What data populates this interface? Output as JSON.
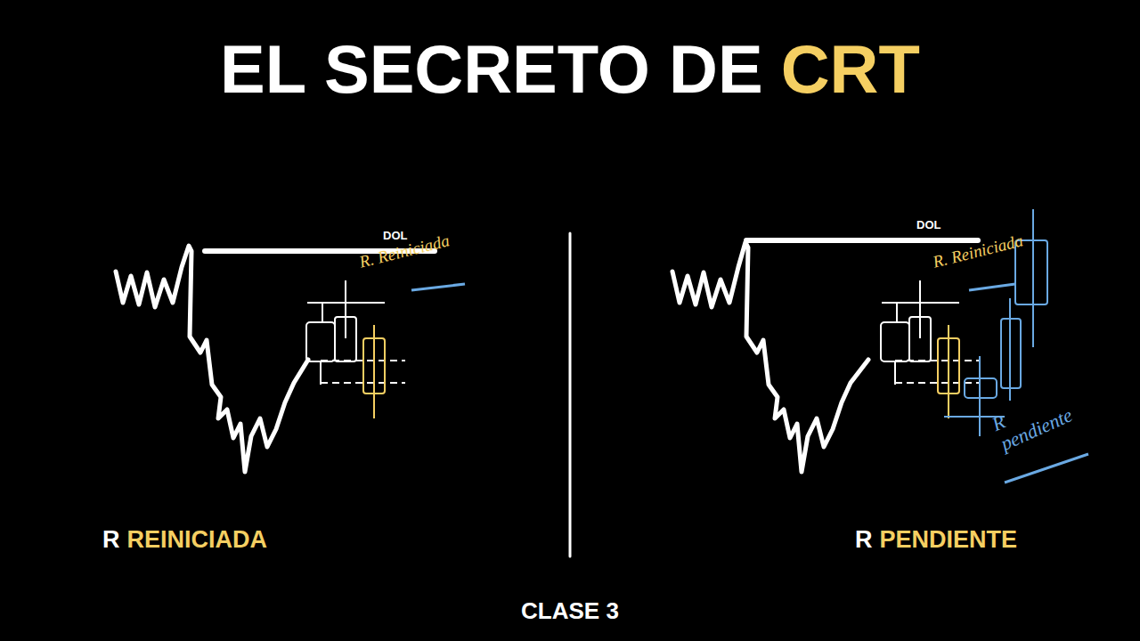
{
  "diagram": {
    "title": "EL SECRETO DE",
    "labels": [
      "CRT",
      "DOL",
      "R. Reiniciada",
      "R",
      "REINICIADA",
      "DOL",
      "R. Reiniciada",
      "R pendiente",
      "R",
      "PENDIENTE"
    ],
    "caption": "CLASE 3"
  }
}
